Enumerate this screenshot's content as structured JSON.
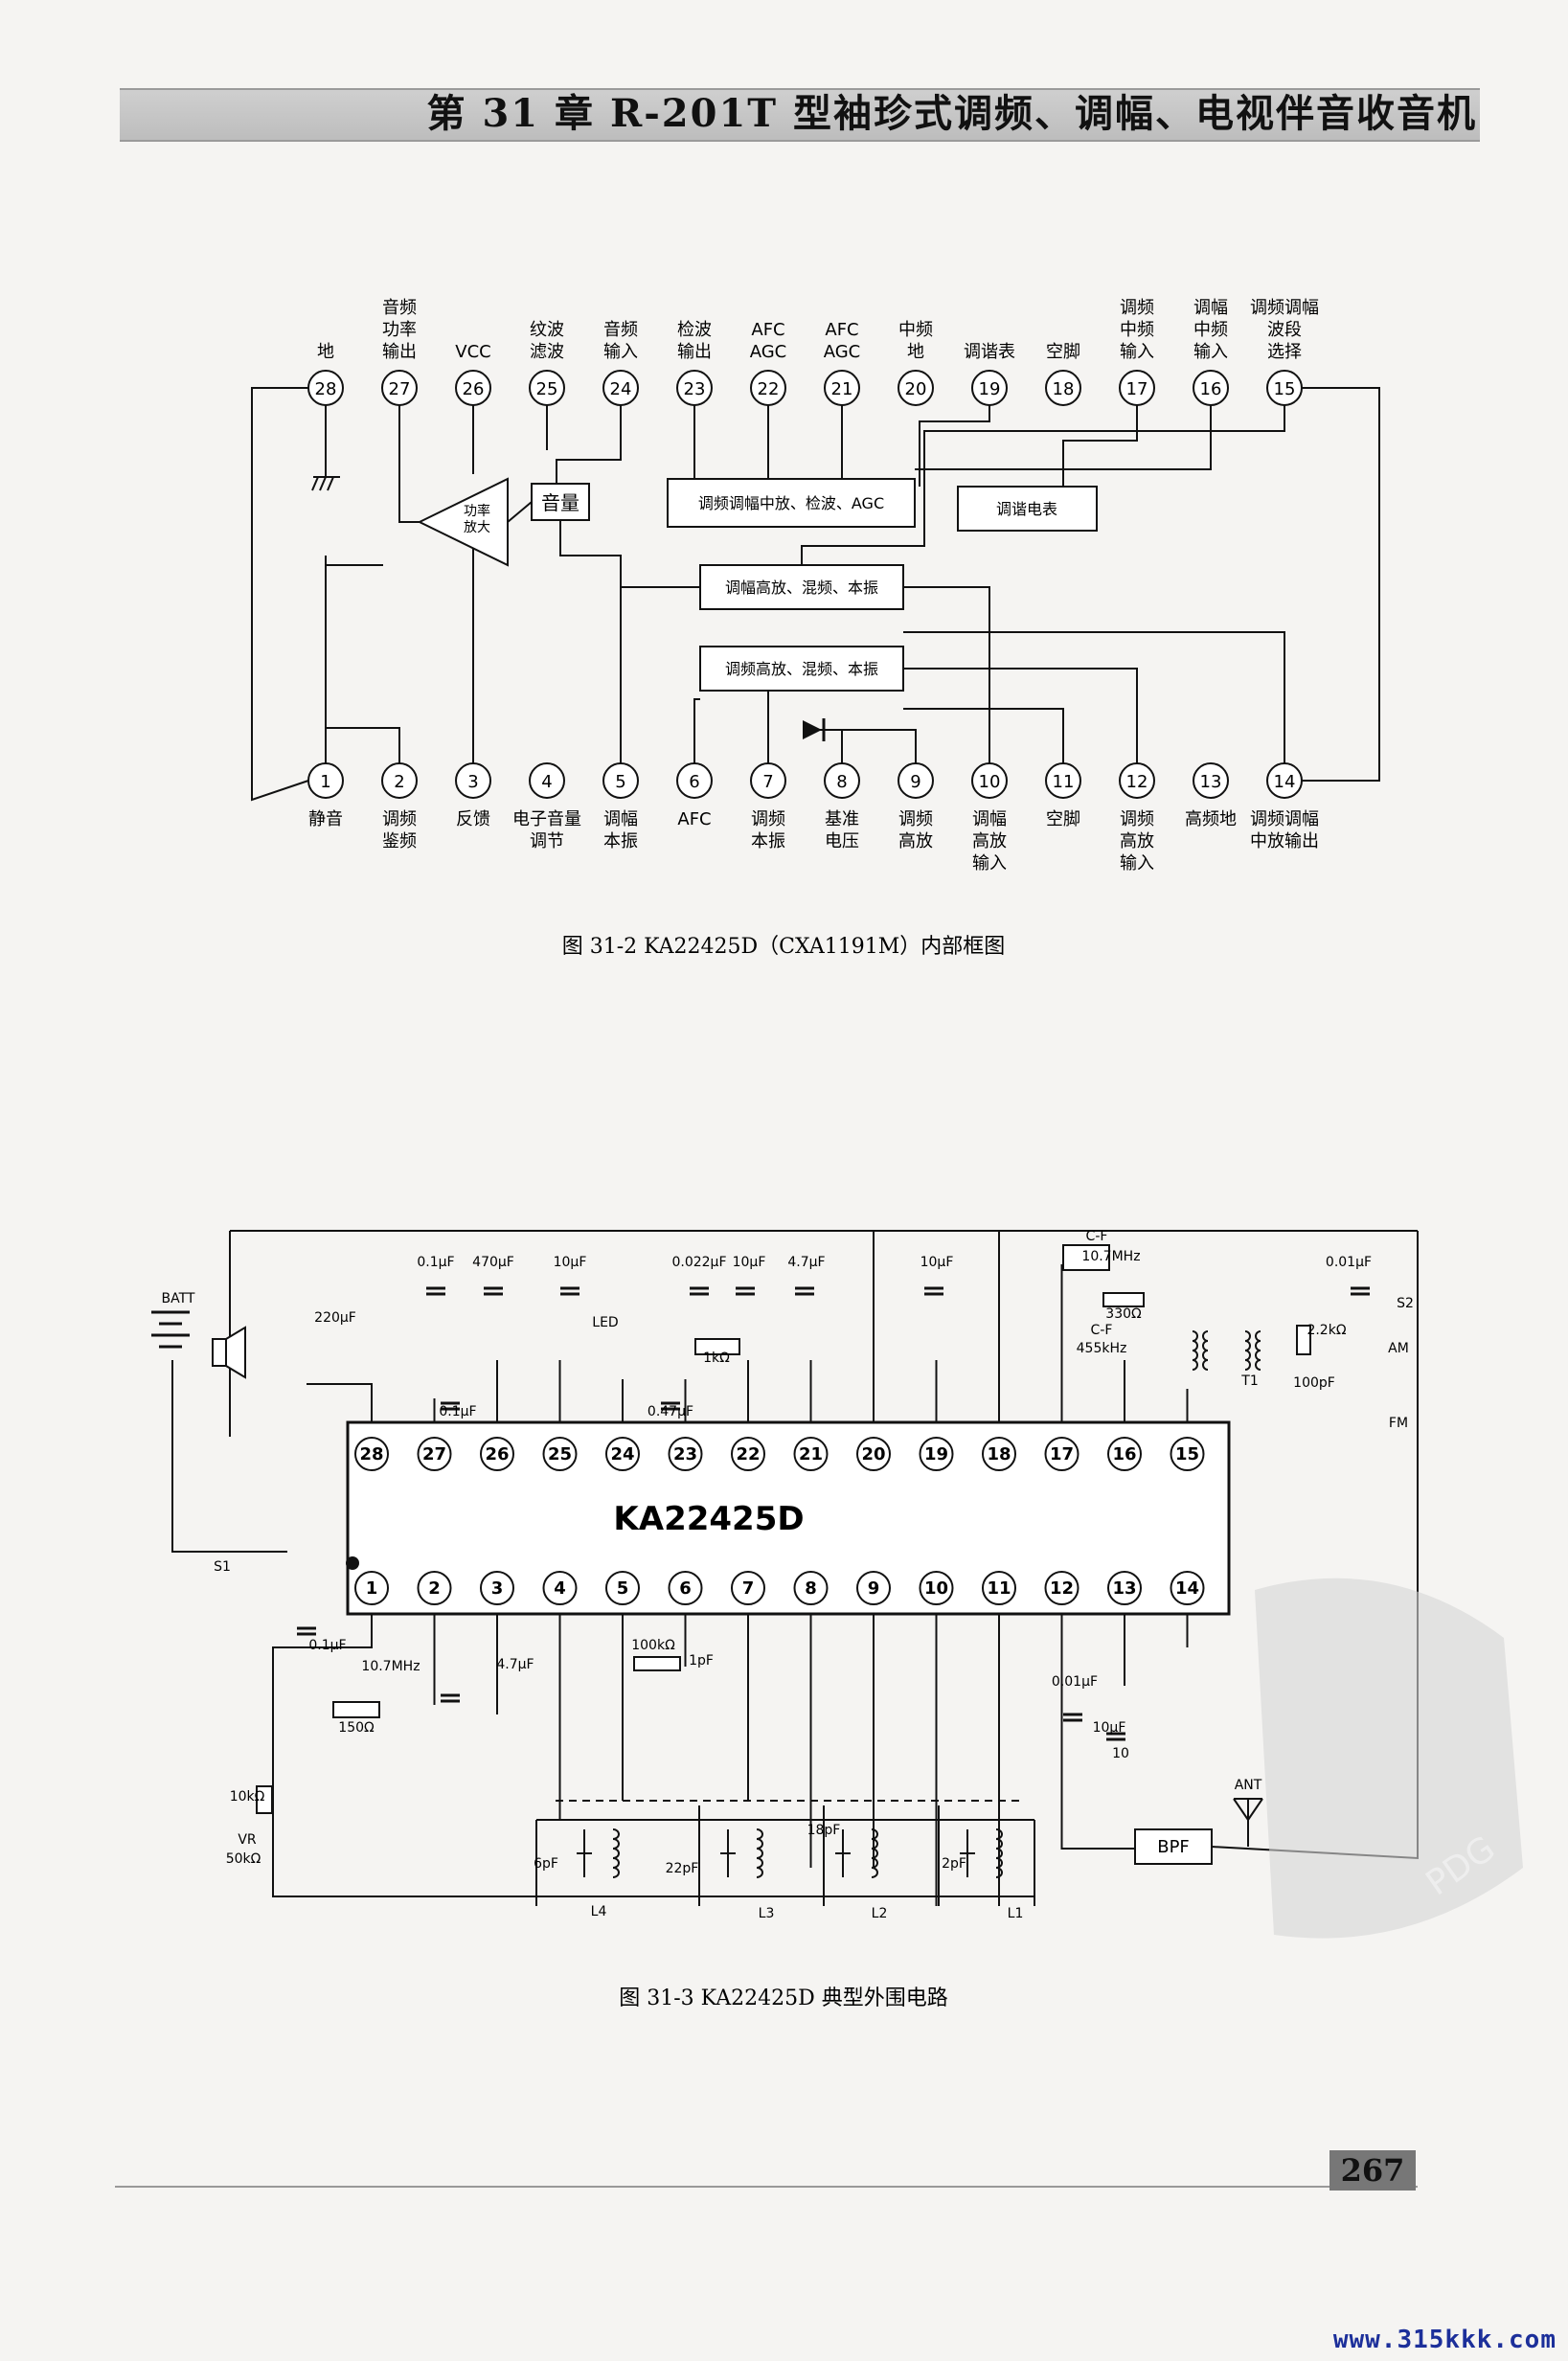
{
  "chapter": {
    "title": "第 31 章  R-201T 型袖珍式调频、调幅、电视伴音收音机"
  },
  "fig2": {
    "caption": "图 31-2   KA22425D（CXA1191M）内部框图",
    "top_pins": [
      {
        "num": "28",
        "label": "地"
      },
      {
        "num": "27",
        "label": "音频\n功率\n输出"
      },
      {
        "num": "26",
        "label": "VCC"
      },
      {
        "num": "25",
        "label": "纹波\n滤波"
      },
      {
        "num": "24",
        "label": "音频\n输入"
      },
      {
        "num": "23",
        "label": "检波\n输出"
      },
      {
        "num": "22",
        "label": "AFC\nAGC"
      },
      {
        "num": "21",
        "label": "AFC\nAGC"
      },
      {
        "num": "20",
        "label": "中频\n地"
      },
      {
        "num": "19",
        "label": "调谐表"
      },
      {
        "num": "18",
        "label": "空脚"
      },
      {
        "num": "17",
        "label": "调频\n中频\n输入"
      },
      {
        "num": "16",
        "label": "调幅\n中频\n输入"
      },
      {
        "num": "15",
        "label": "调频调幅\n波段\n选择"
      }
    ],
    "bottom_pins": [
      {
        "num": "1",
        "label": "静音"
      },
      {
        "num": "2",
        "label": "调频\n鉴频"
      },
      {
        "num": "3",
        "label": "反馈"
      },
      {
        "num": "4",
        "label": "电子音量\n调节"
      },
      {
        "num": "5",
        "label": "调幅\n本振"
      },
      {
        "num": "6",
        "label": "AFC"
      },
      {
        "num": "7",
        "label": "调频\n本振"
      },
      {
        "num": "8",
        "label": "基准\n电压"
      },
      {
        "num": "9",
        "label": "调频\n高放"
      },
      {
        "num": "10",
        "label": "调幅\n高放\n输入"
      },
      {
        "num": "11",
        "label": "空脚"
      },
      {
        "num": "12",
        "label": "调频\n高放\n输入"
      },
      {
        "num": "13",
        "label": "高频地"
      },
      {
        "num": "14",
        "label": "调频调幅\n中放输出"
      }
    ],
    "blocks": {
      "if_amp": "调频调幅中放、检波、AGC",
      "tuning_meter": "调谐电表",
      "am_rf": "调幅高放、混频、本振",
      "fm_rf": "调频高放、混频、本振",
      "volume": "音量",
      "power_amp": "功率\n放大"
    }
  },
  "fig3": {
    "caption": "图 31-3   KA22425D 典型外围电路",
    "chip": "KA22425D",
    "top_pins": [
      "28",
      "27",
      "26",
      "25",
      "24",
      "23",
      "22",
      "21",
      "20",
      "19",
      "18",
      "17",
      "16",
      "15"
    ],
    "bottom_pins": [
      "1",
      "2",
      "3",
      "4",
      "5",
      "6",
      "7",
      "8",
      "9",
      "10",
      "11",
      "12",
      "13",
      "14"
    ],
    "components": {
      "c1": "0.1μF",
      "c2": "470μF",
      "c3": "10μF",
      "c4": "0.022μF",
      "c5": "10μF",
      "c6": "4.7μF",
      "c7": "10μF",
      "c8": "0.01μF",
      "c9": "220μF",
      "c10": "0.1μF",
      "c11": "0.47μF",
      "c12": "100pF",
      "c13": "0.1μF",
      "c14": "4.7μF",
      "c15": "1pF",
      "c16": "0.01μF",
      "c17": "10μF",
      "c18": "10",
      "cf1": "C-F",
      "cf1_freq": "10.7MHz",
      "cf2": "C-F",
      "cf2_freq": "455kHz",
      "cf3_freq": "10.7MHz",
      "r330": "330Ω",
      "r1k": "1kΩ",
      "r2k2": "2.2kΩ",
      "r100k": "100kΩ",
      "r150": "150Ω",
      "r10k": "10kΩ",
      "vr": "VR",
      "vr_val": "50kΩ",
      "batt": "BATT",
      "led": "LED",
      "s1": "S1",
      "s2": "S2",
      "am": "AM",
      "fm": "FM",
      "t1": "T1",
      "ant": "ANT",
      "bpf": "BPF",
      "l1": "L1",
      "l2": "L2",
      "l3": "L3",
      "l4": "L4",
      "cap6p": "6pF",
      "cap22p": "22pF",
      "cap18p": "18pF",
      "cap2p": "2pF"
    }
  },
  "footer": {
    "page_number": "267",
    "site": "www.315kkk.com",
    "stamp_text": "PDG"
  }
}
